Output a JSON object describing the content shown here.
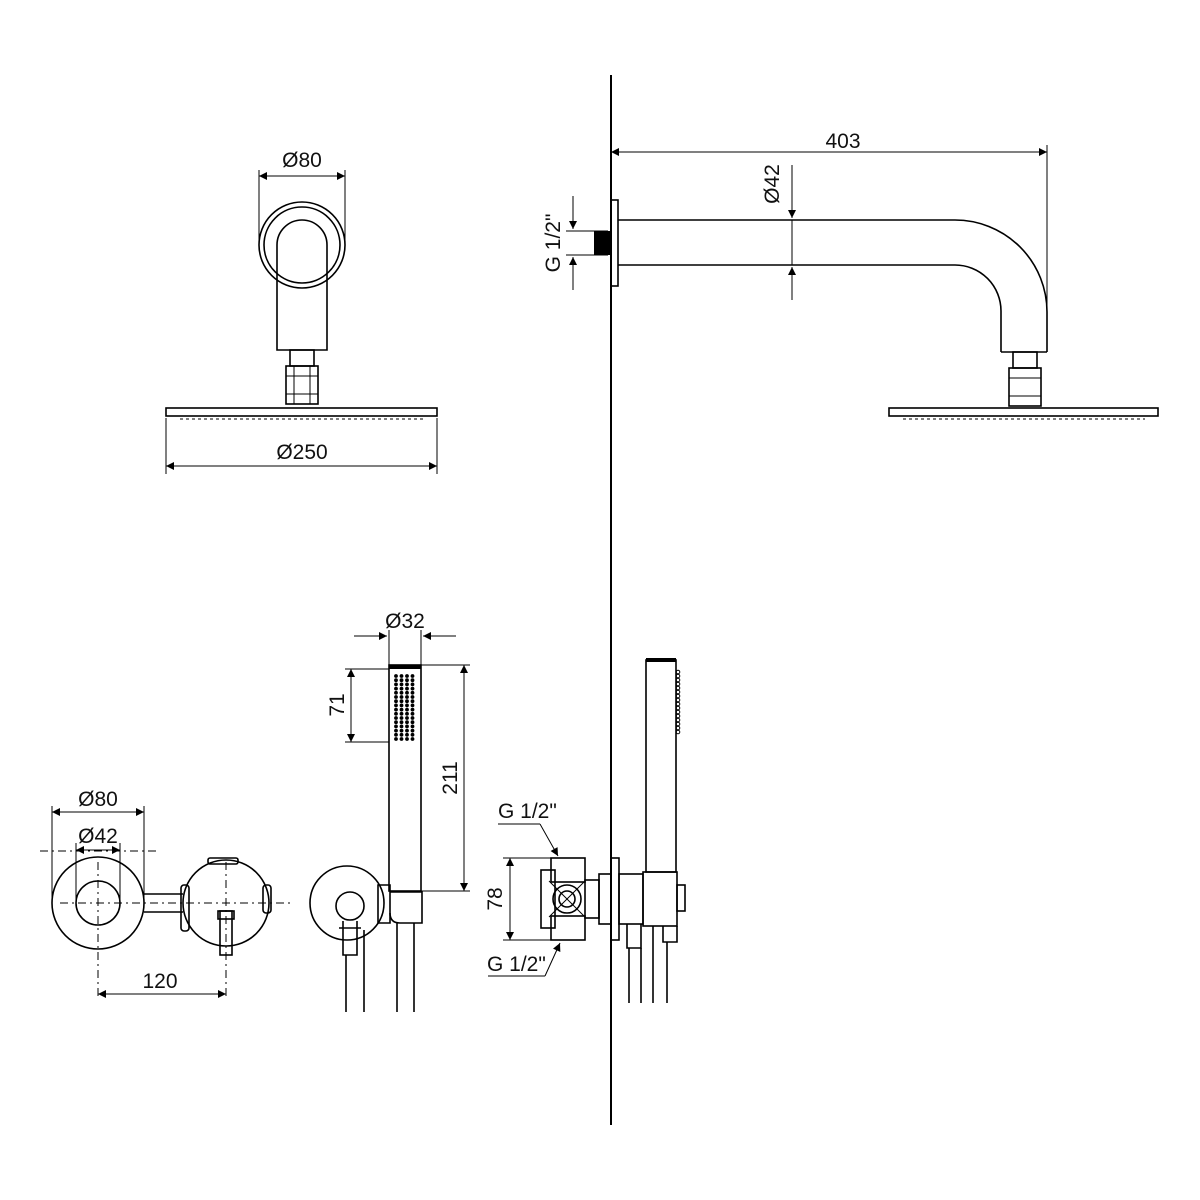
{
  "drawing": {
    "colors": {
      "line": "#000000",
      "background": "#ffffff"
    },
    "dimensions": {
      "head_top_flange_dia": "Ø80",
      "head_dia": "Ø250",
      "arm_length": "403",
      "arm_pipe_dia": "Ø42",
      "arm_thread": "G 1/2\"",
      "mixer_flange_dia": "Ø80",
      "mixer_body_dia": "Ø42",
      "mixer_spacing": "120",
      "hand_shower_dia": "Ø32",
      "hand_shower_nozzle_len": "71",
      "hand_shower_len": "211",
      "valve_depth": "78",
      "valve_thread_top": "G 1/2\"",
      "valve_thread_bottom": "G 1/2\""
    }
  }
}
